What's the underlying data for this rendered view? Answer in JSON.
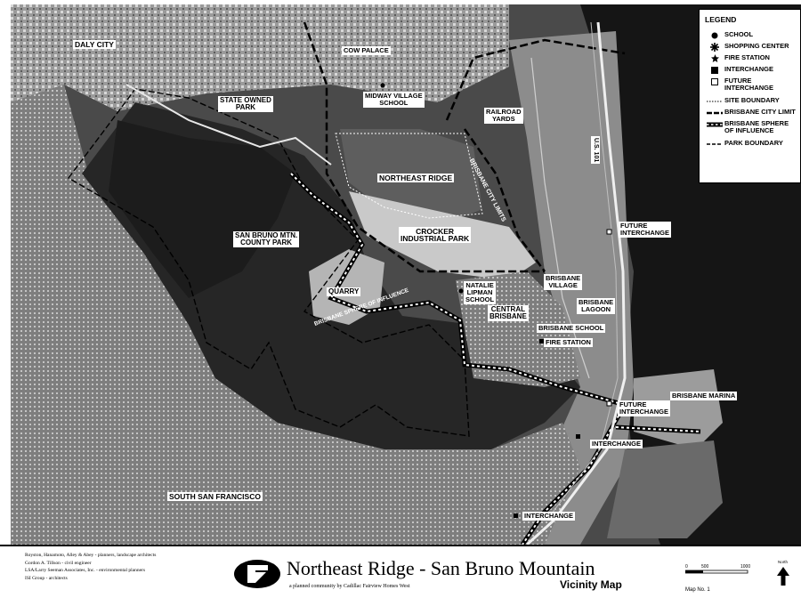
{
  "labels": {
    "daly_city": "DALY CITY",
    "cow_palace": "COW PALACE",
    "state_owned_park": "STATE OWNED\nPARK",
    "midway_village_school": "MIDWAY VILLAGE\nSCHOOL",
    "railroad_yards": "RAILROAD\nYARDS",
    "northeast_ridge": "NORTHEAST RIDGE",
    "brisbane_city_limits": "BRISBANE CITY LIMITS",
    "san_bruno_mtn": "SAN BRUNO MTN.\nCOUNTY PARK",
    "crocker": "CROCKER\nINDUSTRIAL PARK",
    "future_interchange_1": "FUTURE\nINTERCHANGE",
    "us101": "U.S. 101",
    "quarry": "QUARRY",
    "natalie_lipman": "NATALIE\nLIPMAN\nSCHOOL",
    "brisbane_village": "BRISBANE\nVILLAGE",
    "central_brisbane": "CENTRAL\nBRISBANE",
    "brisbane_lagoon": "BRISBANE\nLAGOON",
    "sphere_of_influence": "BRISBANE SPHERE OF INFLUENCE",
    "brisbane_school": "BRISBANE SCHOOL",
    "fire_station": "FIRE STATION",
    "brisbane_marina": "BRISBANE MARINA",
    "future_interchange_2": "FUTURE\nINTERCHANGE",
    "interchange_1": "INTERCHANGE",
    "south_sf": "SOUTH SAN FRANCISCO",
    "interchange_2": "INTERCHANGE"
  },
  "legend": {
    "title": "LEGEND",
    "items": [
      {
        "symbol": "school",
        "label": "SCHOOL"
      },
      {
        "symbol": "shopping",
        "label": "SHOPPING CENTER"
      },
      {
        "symbol": "fire",
        "label": "FIRE STATION"
      },
      {
        "symbol": "interchange",
        "label": "INTERCHANGE"
      },
      {
        "symbol": "future-interchange",
        "label": "FUTURE\nINTERCHANGE"
      },
      {
        "symbol": "site-boundary",
        "label": "SITE BOUNDARY"
      },
      {
        "symbol": "city-limit",
        "label": "BRISBANE CITY LIMIT"
      },
      {
        "symbol": "sphere",
        "label": "BRISBANE SPHERE\nOF INFLUENCE"
      },
      {
        "symbol": "park-boundary",
        "label": "PARK BOUNDARY"
      }
    ]
  },
  "footer": {
    "credits": [
      "Royston, Hanamoto, Alley & Abey - planners, landscape architects",
      "Gordon A. Tillson - civil engineer",
      "LSA/Larry Seeman Associates, Inc. - environmental planners",
      "ISI Group - architects"
    ],
    "title": "Northeast Ridge - San Bruno Mountain",
    "subtitle": "a planned community by Cadillac Fairview Homes West",
    "vicinity": "Vicinity Map",
    "scale_labels": [
      "0",
      "500",
      "1000"
    ],
    "map_number": "Map No. 1",
    "north_label": "North"
  }
}
